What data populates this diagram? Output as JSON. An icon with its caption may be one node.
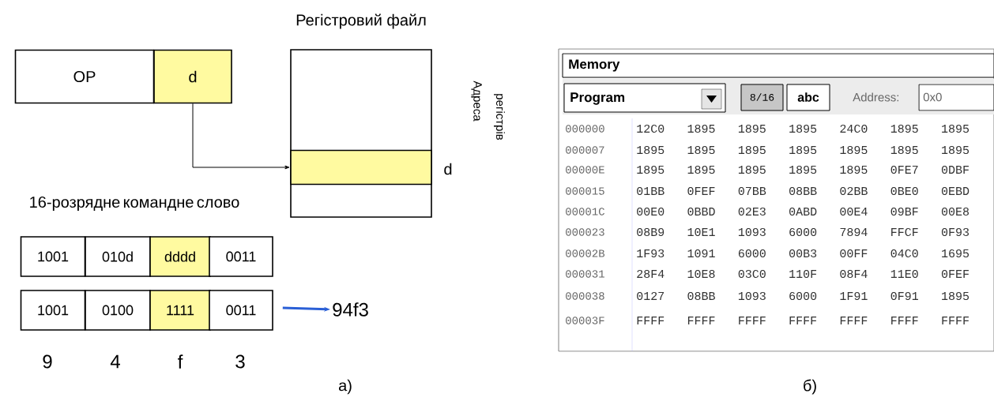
{
  "diagram": {
    "nodes": [
      {
        "text": [
          "OP"
        ]
      },
      {
        "text": [
          "d"
        ]
      },
      {
        "text": [
          "Регістровий файл"
        ]
      },
      {
        "text": [],
        "shape": "box",
        "in": 2,
        "beside": [
          "d"
        ]
      },
      {
        "text": [
          "1001"
        ]
      },
      {
        "text": [
          "010d"
        ]
      },
      {
        "text": [
          "dddd"
        ]
      },
      {
        "text": [
          "0011"
        ]
      },
      {
        "text": [
          "1001"
        ]
      },
      {
        "text": [
          "0100"
        ]
      },
      {
        "text": [
          "1111"
        ]
      },
      {
        "text": [
          "0011"
        ]
      },
      {
        "text": [
          "94f3"
        ]
      }
    ],
    "edges": [
      {
        "from": 1,
        "to": 3,
        "arrow": "to"
      },
      {
        "from": 11,
        "to": 12,
        "arrow": "to",
        "style": "thick",
        "color": "#2a5fd6"
      }
    ],
    "labels": [
      "Адреса",
      "регістрів",
      "16-розрядне командне слово",
      "9",
      "4",
      "f",
      "3",
      "а)",
      "Memory",
      "Program",
      "8/16",
      "abc",
      "Address:",
      "0x0",
      "000000",
      "12C0",
      "1895",
      "1895",
      "1895",
      "24C0",
      "1895",
      "1895",
      "000007",
      "1895",
      "1895",
      "1895",
      "1895",
      "1895",
      "1895",
      "1895",
      "00000E",
      "1895",
      "1895",
      "1895",
      "1895",
      "1895",
      "0FE7",
      "0DBF",
      "000015",
      "01BB",
      "0FEF",
      "07BB",
      "08BB",
      "02BB",
      "0BE0",
      "0EBD",
      "00001C",
      "00E0",
      "0BBD",
      "02E3",
      "0ABD",
      "00E4",
      "09BF",
      "00E8",
      "000023",
      "08B9",
      "10E1",
      "1093",
      "6000",
      "7894",
      "FFCF",
      "0F93",
      "00002B",
      "1F93",
      "1091",
      "6000",
      "00B3",
      "00FF",
      "04C0",
      "1695",
      "000031",
      "28F4",
      "10E8",
      "03C0",
      "110F",
      "08F4",
      "11E0",
      "0FEF",
      "000038",
      "0127",
      "08BB",
      "1093",
      "6000",
      "1F91",
      "0F91",
      "1895",
      "00003F",
      "FFFF",
      "FFFF",
      "FFFF",
      "FFFF",
      "FFFF",
      "FFFF",
      "FFFF",
      "б)"
    ]
  }
}
